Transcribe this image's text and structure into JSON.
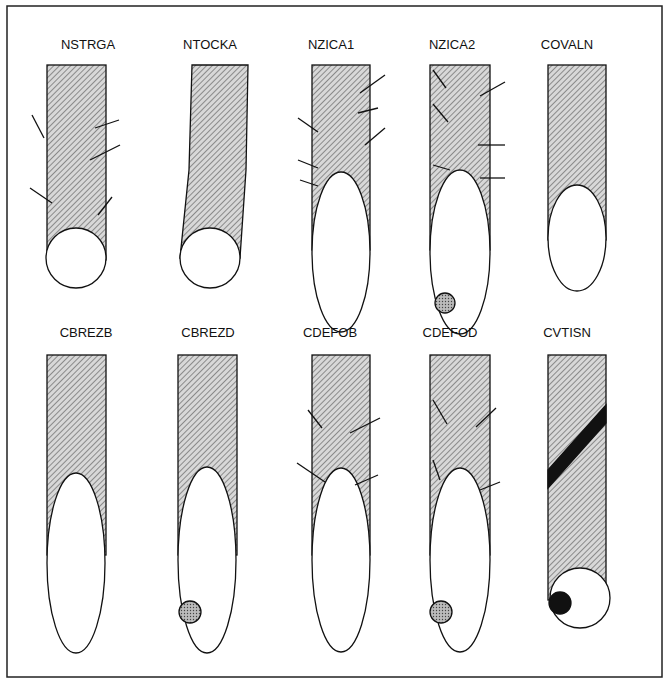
{
  "diagram": {
    "labels": [
      "NSTRGA",
      "NTOCKA",
      "NZICA1",
      "NZICA2",
      "COVALN",
      "CBREZB",
      "CBREZD",
      "CDEFOB",
      "CDEFOD",
      "CVTISN"
    ]
  }
}
